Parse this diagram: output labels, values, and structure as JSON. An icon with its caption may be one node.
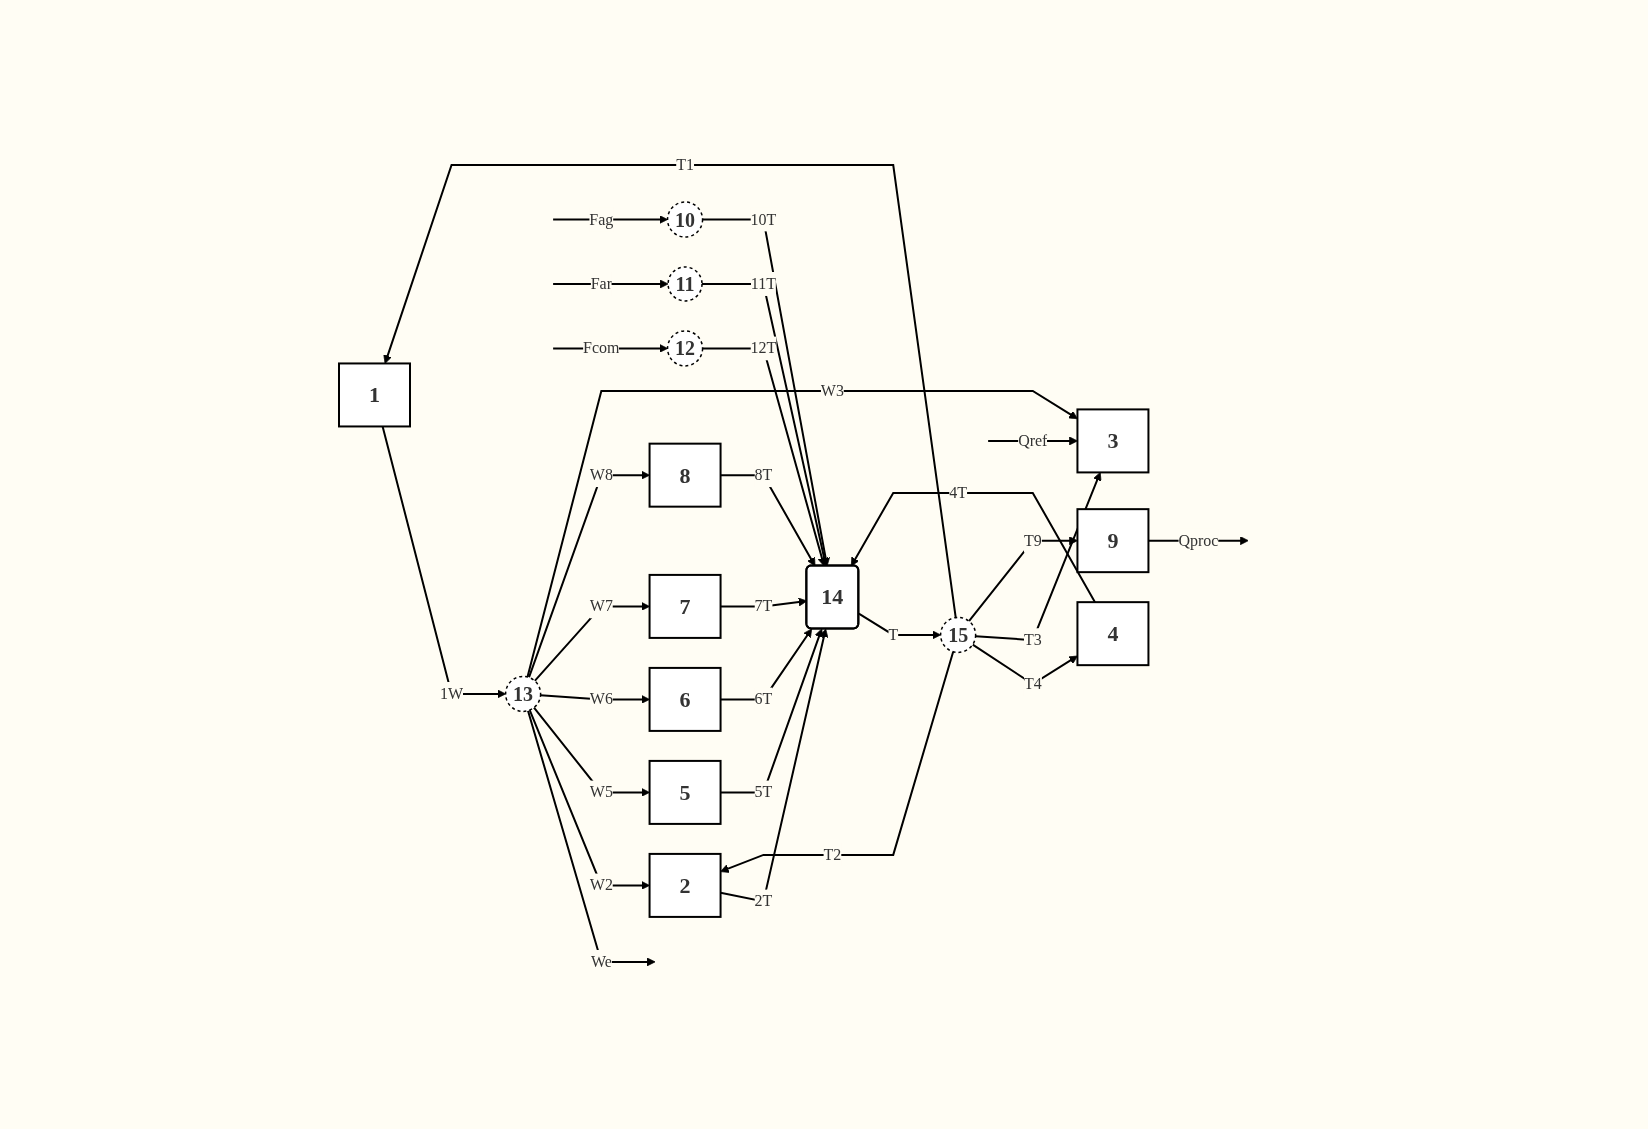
{
  "diagram": {
    "nodes": [
      {
        "text": [
          "1"
        ]
      },
      {
        "text": [
          "2"
        ]
      },
      {
        "text": [
          "3"
        ]
      },
      {
        "text": [
          "4"
        ]
      },
      {
        "text": [
          "5"
        ]
      },
      {
        "text": [
          "6"
        ]
      },
      {
        "text": [
          "7"
        ]
      },
      {
        "text": [
          "8"
        ]
      },
      {
        "text": [
          "9"
        ]
      },
      {
        "text": [
          "10"
        ]
      },
      {
        "text": [
          "11"
        ]
      },
      {
        "text": [
          "12"
        ]
      },
      {
        "text": [
          "13"
        ]
      },
      {
        "text": [
          "14"
        ]
      },
      {
        "text": [
          "15"
        ]
      }
    ],
    "edges": [
      {
        "from": 0,
        "to": 12,
        "arrow": "to",
        "label": "1W"
      },
      {
        "from": 12,
        "to": null,
        "arrow": "to",
        "label": "We"
      },
      {
        "from": 12,
        "to": 1,
        "arrow": "to",
        "label": "W2"
      },
      {
        "from": 12,
        "to": 4,
        "arrow": "to",
        "label": "W5"
      },
      {
        "from": 12,
        "to": 5,
        "arrow": "to",
        "label": "W6"
      },
      {
        "from": 12,
        "to": 6,
        "arrow": "to",
        "label": "W7"
      },
      {
        "from": 12,
        "to": 7,
        "arrow": "to",
        "label": "W8"
      },
      {
        "from": 12,
        "to": 2,
        "arrow": "to",
        "label": "W3"
      },
      {
        "from": 4,
        "to": 13,
        "arrow": "to",
        "label": "5T"
      },
      {
        "from": 5,
        "to": 13,
        "arrow": "to",
        "label": "6T"
      },
      {
        "from": 6,
        "to": 13,
        "arrow": "to",
        "label": "7T"
      },
      {
        "from": 7,
        "to": 13,
        "arrow": "to",
        "label": "8T"
      },
      {
        "from": 1,
        "to": 13,
        "arrow": "to",
        "label": "2T"
      },
      {
        "from": 3,
        "to": 13,
        "arrow": "to",
        "label": "4T"
      },
      {
        "from": 9,
        "to": 13,
        "arrow": "to",
        "label": "10T"
      },
      {
        "from": 10,
        "to": 13,
        "arrow": "to",
        "label": "11T"
      },
      {
        "from": 11,
        "to": 13,
        "arrow": "to",
        "label": "12T"
      },
      {
        "from": 13,
        "to": 14,
        "arrow": "to",
        "label": "T"
      },
      {
        "from": 14,
        "to": 0,
        "arrow": "to",
        "label": "T1"
      },
      {
        "from": 14,
        "to": 1,
        "arrow": "to",
        "label": "T2"
      },
      {
        "from": 14,
        "to": 3,
        "arrow": "to",
        "label": "T4"
      },
      {
        "from": 14,
        "to": 2,
        "arrow": "to",
        "label": "T3"
      },
      {
        "from": 14,
        "to": 8,
        "arrow": "to",
        "label": "T9"
      },
      {
        "from": 8,
        "to": null,
        "arrow": "to",
        "label": "Qproc"
      },
      {
        "from": null,
        "to": 9,
        "arrow": "to",
        "label": "Fag"
      },
      {
        "from": null,
        "to": 10,
        "arrow": "to",
        "label": "Far"
      },
      {
        "from": null,
        "to": 11,
        "arrow": "to",
        "label": "Fcom"
      },
      {
        "from": null,
        "to": 2,
        "arrow": "to",
        "label": "Qref"
      }
    ]
  }
}
